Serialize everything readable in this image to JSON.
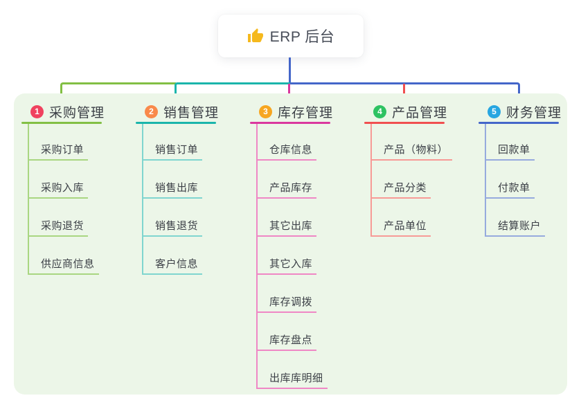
{
  "root": {
    "title": "ERP 后台",
    "icon": "thumbs-up"
  },
  "colors": {
    "panel_bg": "#ecf6e8",
    "root_line": "#4466c9",
    "root_text": "#474c57",
    "node_text": "#3b3f46",
    "icon_yellow": "#f5b91e"
  },
  "branches": [
    {
      "index": "1",
      "title": "采购管理",
      "badge_color": "#f0425f",
      "line_color": "#82bf44",
      "light_color": "#a9d681",
      "children": [
        "采购订单",
        "采购入库",
        "采购退货",
        "供应商信息"
      ]
    },
    {
      "index": "2",
      "title": "销售管理",
      "badge_color": "#f9894a",
      "line_color": "#1ab5ab",
      "light_color": "#7fd5cf",
      "children": [
        "销售订单",
        "销售出库",
        "销售退货",
        "客户信息"
      ]
    },
    {
      "index": "3",
      "title": "库存管理",
      "badge_color": "#f7a620",
      "line_color": "#da389e",
      "light_color": "#ef87c5",
      "children": [
        "仓库信息",
        "产品库存",
        "其它出库",
        "其它入库",
        "库存调拨",
        "库存盘点",
        "出库库明细"
      ]
    },
    {
      "index": "4",
      "title": "产品管理",
      "badge_color": "#2ec262",
      "line_color": "#f04f50",
      "light_color": "#f79a96",
      "children": [
        "产品（物料）",
        "产品分类",
        "产品单位"
      ]
    },
    {
      "index": "5",
      "title": "财务管理",
      "badge_color": "#27a6e1",
      "line_color": "#4466c9",
      "light_color": "#96aade",
      "children": [
        "回款单",
        "付款单",
        "结算账户"
      ]
    }
  ]
}
